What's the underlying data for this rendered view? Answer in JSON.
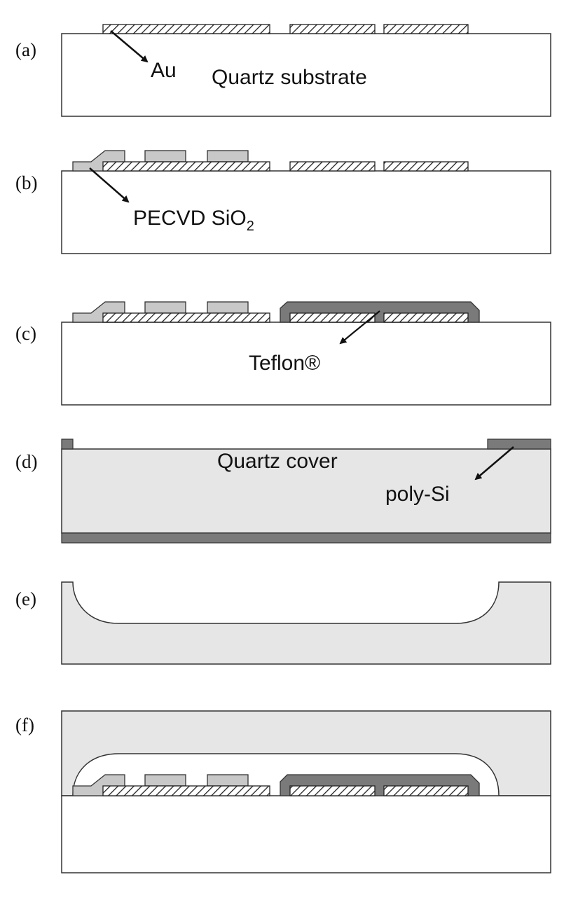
{
  "steps": [
    {
      "label": "(a)",
      "callout": "Au",
      "annotation": "Quartz substrate"
    },
    {
      "label": "(b)",
      "callout": "PECVD SiO",
      "callout_sub": "2"
    },
    {
      "label": "(c)",
      "callout": "Teflon®"
    },
    {
      "label": "(d)",
      "annotation": "Quartz cover",
      "callout": "poly-Si"
    },
    {
      "label": "(e)"
    },
    {
      "label": "(f)"
    }
  ],
  "colors": {
    "substrate": "#ffffff",
    "quartz_cover": "#e6e6e6",
    "sio2": "#c8c8c8",
    "teflon": "#7a7a7a",
    "poly_si": "#7a7a7a",
    "outline": "#333333"
  }
}
